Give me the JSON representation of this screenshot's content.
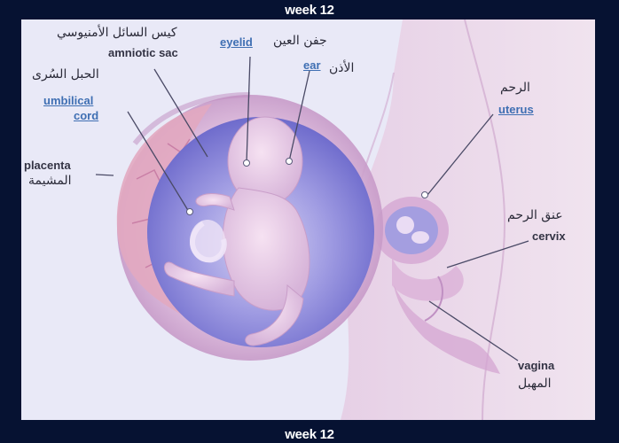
{
  "captions": {
    "top": "week 12",
    "bottom": "week 12"
  },
  "labels": {
    "amniotic_sac": {
      "ar": "كيس السائل الأمنيوسي",
      "en": "amniotic sac"
    },
    "eyelid": {
      "ar": "جفن العين",
      "en": "eyelid"
    },
    "ear": {
      "ar": "الأذن",
      "en": "ear"
    },
    "umbilical_cord": {
      "ar": "الحبل السُرى",
      "en_line1": "umbilical",
      "en_line2": "cord"
    },
    "placenta": {
      "en": "placenta",
      "ar": "المشيمة"
    },
    "uterus": {
      "ar": "الرحم",
      "en": "uterus"
    },
    "cervix": {
      "ar": "عنق الرحم",
      "en": "cervix"
    },
    "vagina": {
      "en": "vagina",
      "ar": "المهبل"
    }
  },
  "colors": {
    "background": "#061232",
    "panel": "#e9e9f7",
    "link_blue": "#3f6fb3",
    "sac_purple": "#8a8ad8",
    "body_pink": "#e4c4e0"
  }
}
